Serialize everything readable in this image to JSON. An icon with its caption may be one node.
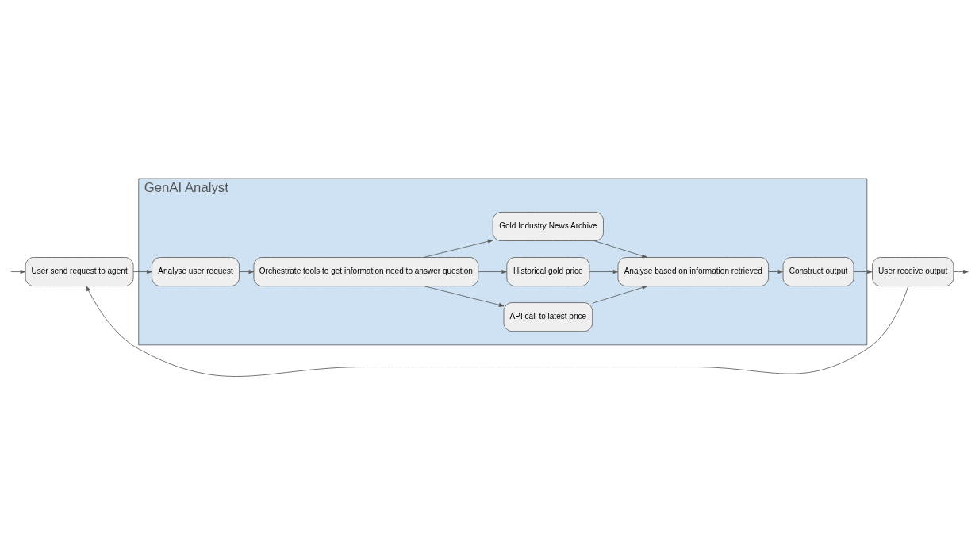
{
  "diagram": {
    "nodes": [
      {
        "text": [
          "GenAI Analyst"
        ]
      },
      {
        "text": [
          "User send request to agent"
        ]
      },
      {
        "text": [
          "Analyse user request"
        ],
        "in": 0
      },
      {
        "text": [
          "Orchestrate tools to get information need to answer question"
        ],
        "in": 0
      },
      {
        "text": [
          "API call to latest price"
        ],
        "in": 0
      },
      {
        "text": [
          "Historical gold price"
        ],
        "in": 0
      },
      {
        "text": [
          "Gold Industry News Archive"
        ],
        "in": 0
      },
      {
        "text": [
          "Analyse based on information retrieved"
        ],
        "in": 0
      },
      {
        "text": [
          "Construct output"
        ],
        "in": 0
      },
      {
        "text": [
          "User receive output"
        ]
      }
    ],
    "edges": [
      {
        "from": null,
        "to": 1,
        "arrow": "to"
      },
      {
        "from": 1,
        "to": 2,
        "arrow": "to"
      },
      {
        "from": 2,
        "to": 3,
        "arrow": "to"
      },
      {
        "from": 3,
        "to": 4,
        "arrow": "to"
      },
      {
        "from": 3,
        "to": 5,
        "arrow": "to"
      },
      {
        "from": 3,
        "to": 6,
        "arrow": "to"
      },
      {
        "from": 4,
        "to": 7,
        "arrow": "to"
      },
      {
        "from": 5,
        "to": 7,
        "arrow": "to"
      },
      {
        "from": 6,
        "to": 7,
        "arrow": "to"
      },
      {
        "from": 7,
        "to": 8,
        "arrow": "to"
      },
      {
        "from": 8,
        "to": 9,
        "arrow": "to"
      },
      {
        "from": 9,
        "to": null,
        "arrow": "to"
      },
      {
        "from": 9,
        "to": 1,
        "arrow": "to"
      }
    ]
  }
}
